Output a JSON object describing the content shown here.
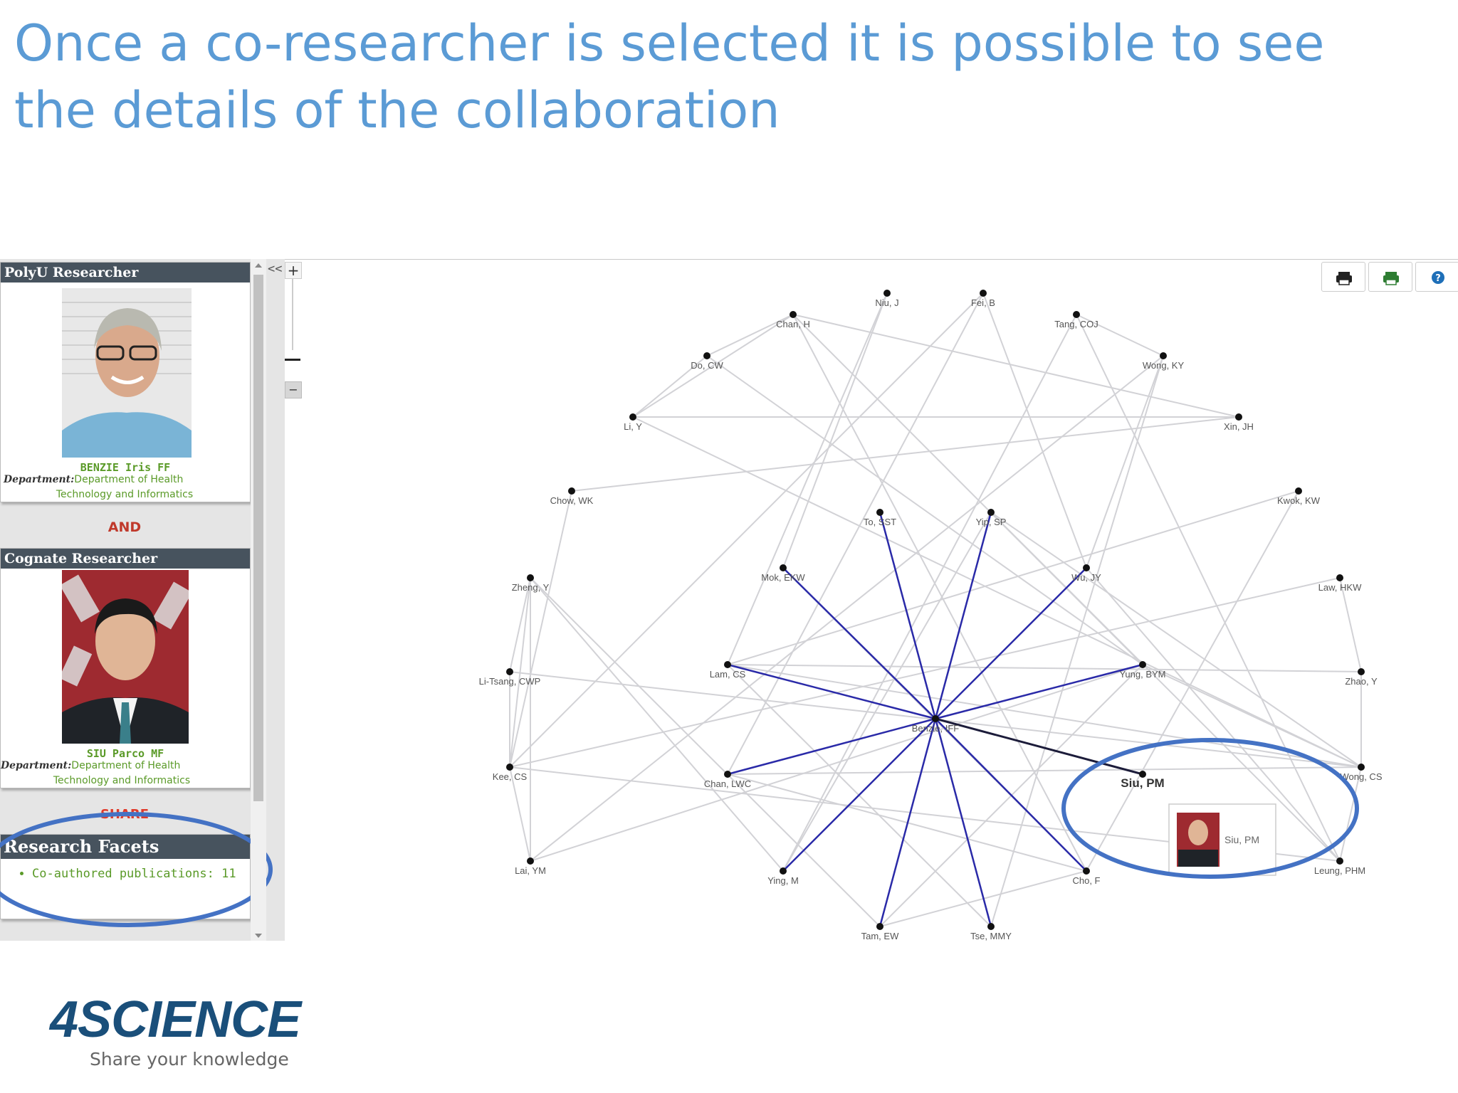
{
  "slide": {
    "title": "Once a co-researcher is selected it is possible to see the details of the collaboration"
  },
  "sidebar": {
    "researcher": {
      "header": "PolyU Researcher",
      "name": "BENZIE Iris FF",
      "dept_label": "Department:",
      "dept_value_1": "Department of Health",
      "dept_value_2": "Technology and Informatics"
    },
    "and_label": "AND",
    "cognate": {
      "header": "Cognate Researcher",
      "name": "SIU Parco MF",
      "dept_label": "Department:",
      "dept_value_1": "Department of Health",
      "dept_value_2": "Technology and Informatics"
    },
    "share_label": "SHARE",
    "facets": {
      "header": "Research Facets",
      "items": [
        "Co-authored publications: 11"
      ]
    }
  },
  "controls": {
    "collapse": "<<",
    "zoom_in": "+",
    "zoom_out": "−",
    "toolbar_icons": [
      "print-icon",
      "print-green-icon",
      "help-icon"
    ]
  },
  "graph": {
    "center": "Benzie, IFF",
    "selected": "Siu, PM",
    "tooltip": "Siu, PM",
    "nodes": [
      "Niu, J",
      "Fei, B",
      "Chan, H",
      "Tang, COJ",
      "Do, CW",
      "Wong, KY",
      "Li, Y",
      "Xin, JH",
      "Chow, WK",
      "Kwok, KW",
      "To, SST",
      "Yip, SP",
      "Mok, EKW",
      "Wu, JY",
      "Zheng, Y",
      "Law, HKW",
      "Lam, CS",
      "Yung, BYM",
      "Li-Tsang, CWP",
      "Zhao, Y",
      "Kee, CS",
      "Chan, LWC",
      "Siu, PM",
      "Wong, CS",
      "Lai, YM",
      "Ying, M",
      "Cho, F",
      "Leung, PHM",
      "Tam, EW",
      "Tse, MMY"
    ],
    "accent_color": "#2a2aa8",
    "edge_color": "#d2d2d6"
  },
  "logo": {
    "main": "4SCIENCE",
    "tagline": "Share your knowledge"
  }
}
